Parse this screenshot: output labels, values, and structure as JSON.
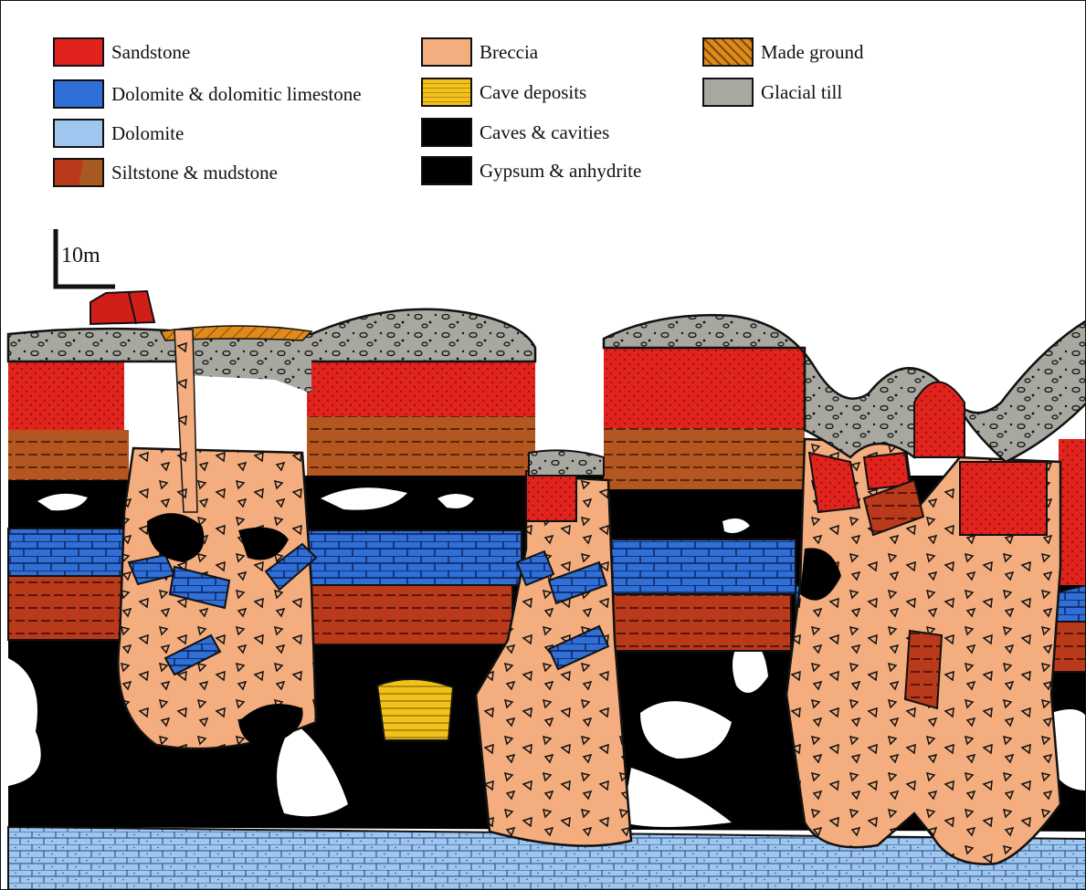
{
  "legend": {
    "items": [
      {
        "label": "Sandstone",
        "pattern": "sandstone"
      },
      {
        "label": "Dolomite & dolomitic limestone",
        "pattern": "dolomite-limestone"
      },
      {
        "label": "Dolomite",
        "pattern": "dolomite"
      },
      {
        "label": "Siltstone & mudstone",
        "pattern": "siltstone"
      },
      {
        "label": "Breccia",
        "pattern": "breccia"
      },
      {
        "label": "Cave deposits",
        "pattern": "cave-deposits"
      },
      {
        "label": "Caves & cavities",
        "pattern": "caves"
      },
      {
        "label": "Gypsum & anhydrite",
        "pattern": "gypsum"
      },
      {
        "label": "Made ground",
        "pattern": "made-ground"
      },
      {
        "label": "Glacial till",
        "pattern": "glacial-till"
      }
    ]
  },
  "scale_bar": {
    "label": "10m"
  },
  "colors": {
    "sandstone": "#e0231c",
    "siltstone": "#b83a1a",
    "siltstone_brown": "#a85a20",
    "dolomite_limestone": "#2f6fd6",
    "dolomite": "#9ec6ee",
    "breccia": "#f4ad7e",
    "cave_deposits": "#f2c21b",
    "gypsum": "#000000",
    "made_ground": "#e08a1a",
    "glacial_till": "#a8a8a0",
    "outline": "#111111"
  }
}
